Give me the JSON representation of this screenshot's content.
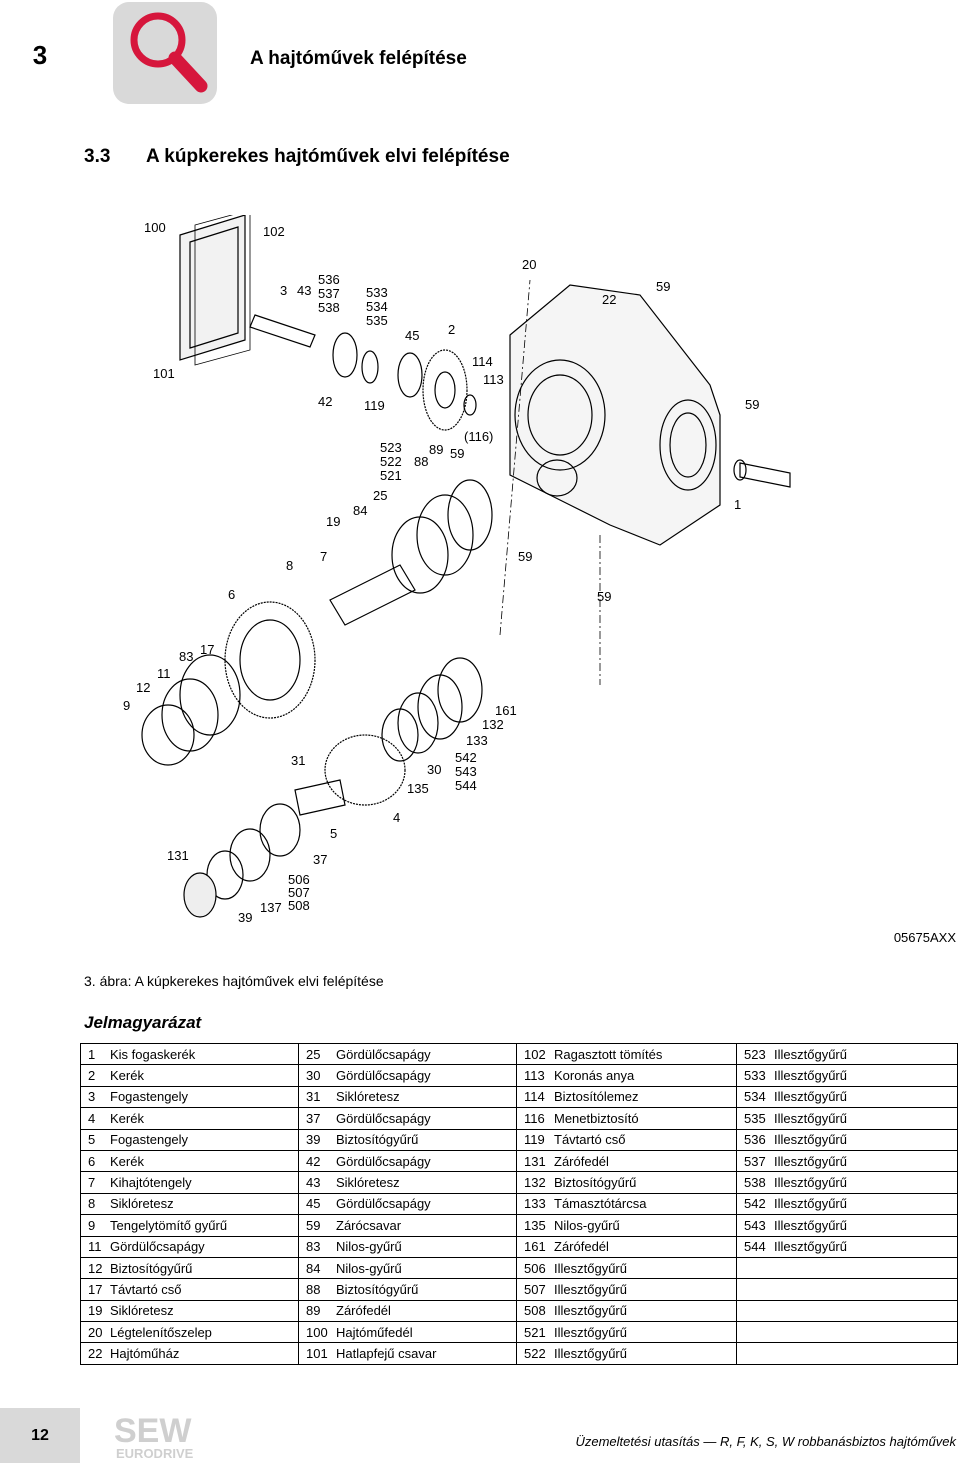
{
  "header": {
    "chapter_number": "3",
    "chapter_title": "A hajtóművek felépítése",
    "icon": "magnifier-icon",
    "icon_color": "#d6163c"
  },
  "section": {
    "number": "3.3",
    "title": "A kúpkerekes hajtóművek elvi felépítése"
  },
  "figure": {
    "code": "05675AXX",
    "caption": "3. ábra: A kúpkerekes hajtóművek elvi felépítése",
    "callouts": [
      "100",
      "102",
      "101",
      "3",
      "43",
      "536",
      "537",
      "538",
      "533",
      "534",
      "535",
      "45",
      "2",
      "20",
      "22",
      "59",
      "114",
      "113",
      "42",
      "119",
      "59",
      "(116)",
      "523",
      "522",
      "521",
      "89",
      "88",
      "59",
      "25",
      "84",
      "19",
      "1",
      "7",
      "8",
      "59",
      "59",
      "6",
      "17",
      "83",
      "11",
      "12",
      "9",
      "161",
      "132",
      "133",
      "542",
      "543",
      "544",
      "31",
      "30",
      "135",
      "4",
      "5",
      "131",
      "37",
      "506",
      "507",
      "508",
      "39",
      "137"
    ]
  },
  "legend": {
    "title": "Jelmagyarázat",
    "rows": [
      [
        {
          "n": "1",
          "t": "Kis fogaskerék"
        },
        {
          "n": "25",
          "t": "Gördülőcsapágy"
        },
        {
          "n": "102",
          "t": "Ragasztott tömítés"
        },
        {
          "n": "523",
          "t": "Illesztőgyűrű"
        }
      ],
      [
        {
          "n": "2",
          "t": "Kerék"
        },
        {
          "n": "30",
          "t": "Gördülőcsapágy"
        },
        {
          "n": "113",
          "t": "Koronás anya"
        },
        {
          "n": "533",
          "t": "Illesztőgyűrű"
        }
      ],
      [
        {
          "n": "3",
          "t": "Fogastengely"
        },
        {
          "n": "31",
          "t": "Siklóretesz"
        },
        {
          "n": "114",
          "t": "Biztosítólemez"
        },
        {
          "n": "534",
          "t": "Illesztőgyűrű"
        }
      ],
      [
        {
          "n": "4",
          "t": "Kerék"
        },
        {
          "n": "37",
          "t": "Gördülőcsapágy"
        },
        {
          "n": "116",
          "t": "Menetbiztosító"
        },
        {
          "n": "535",
          "t": "Illesztőgyűrű"
        }
      ],
      [
        {
          "n": "5",
          "t": "Fogastengely"
        },
        {
          "n": "39",
          "t": "Biztosítógyűrű"
        },
        {
          "n": "119",
          "t": "Távtartó cső"
        },
        {
          "n": "536",
          "t": "Illesztőgyűrű"
        }
      ],
      [
        {
          "n": "6",
          "t": "Kerék"
        },
        {
          "n": "42",
          "t": "Gördülőcsapágy"
        },
        {
          "n": "131",
          "t": "Zárófedél"
        },
        {
          "n": "537",
          "t": "Illesztőgyűrű"
        }
      ],
      [
        {
          "n": "7",
          "t": "Kihajtótengely"
        },
        {
          "n": "43",
          "t": "Siklóretesz"
        },
        {
          "n": "132",
          "t": "Biztosítógyűrű"
        },
        {
          "n": "538",
          "t": "Illesztőgyűrű"
        }
      ],
      [
        {
          "n": "8",
          "t": "Siklóretesz"
        },
        {
          "n": "45",
          "t": "Gördülőcsapágy"
        },
        {
          "n": "133",
          "t": "Támasztótárcsa"
        },
        {
          "n": "542",
          "t": "Illesztőgyűrű"
        }
      ],
      [
        {
          "n": "9",
          "t": "Tengelytömítő gyűrű"
        },
        {
          "n": "59",
          "t": "Zárócsavar"
        },
        {
          "n": "135",
          "t": "Nilos-gyűrű"
        },
        {
          "n": "543",
          "t": "Illesztőgyűrű"
        }
      ],
      [
        {
          "n": "11",
          "t": "Gördülőcsapágy"
        },
        {
          "n": "83",
          "t": "Nilos-gyűrű"
        },
        {
          "n": "161",
          "t": "Zárófedél"
        },
        {
          "n": "544",
          "t": "Illesztőgyűrű"
        }
      ],
      [
        {
          "n": "12",
          "t": "Biztosítógyűrű"
        },
        {
          "n": "84",
          "t": "Nilos-gyűrű"
        },
        {
          "n": "506",
          "t": "Illesztőgyűrű"
        },
        {
          "n": "",
          "t": ""
        }
      ],
      [
        {
          "n": "17",
          "t": "Távtartó cső"
        },
        {
          "n": "88",
          "t": "Biztosítógyűrű"
        },
        {
          "n": "507",
          "t": "Illesztőgyűrű"
        },
        {
          "n": "",
          "t": ""
        }
      ],
      [
        {
          "n": "19",
          "t": "Siklóretesz"
        },
        {
          "n": "89",
          "t": "Zárófedél"
        },
        {
          "n": "508",
          "t": "Illesztőgyűrű"
        },
        {
          "n": "",
          "t": ""
        }
      ],
      [
        {
          "n": "20",
          "t": "Légtelenítőszelep"
        },
        {
          "n": "100",
          "t": "Hajtóműfedél"
        },
        {
          "n": "521",
          "t": "Illesztőgyűrű"
        },
        {
          "n": "",
          "t": ""
        }
      ],
      [
        {
          "n": "22",
          "t": "Hajtóműház"
        },
        {
          "n": "101",
          "t": "Hatlapfejű csavar"
        },
        {
          "n": "522",
          "t": "Illesztőgyűrű"
        },
        {
          "n": "",
          "t": ""
        }
      ]
    ]
  },
  "footer": {
    "page_number": "12",
    "logo_text_top": "SEW",
    "logo_text_bottom": "EURODRIVE",
    "document_title": "Üzemeltetési utasítás — R, F, K, S, W robbanásbiztos hajtóművek"
  }
}
